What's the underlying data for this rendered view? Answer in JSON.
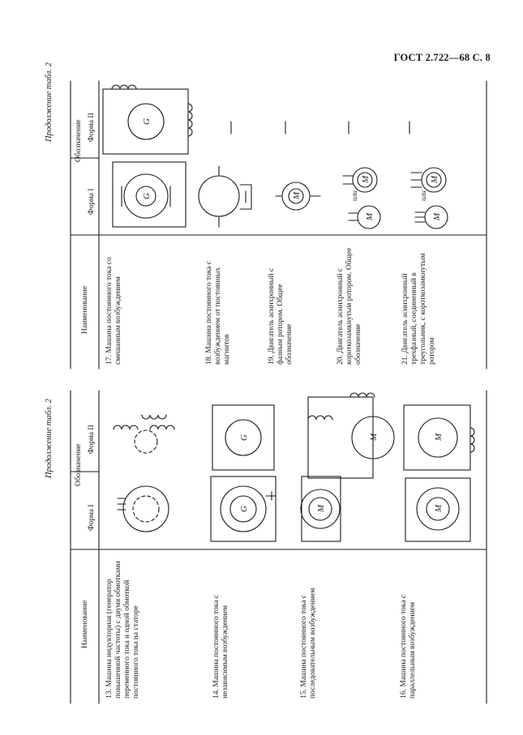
{
  "header": {
    "title": "ГОСТ 2.722—68 С. 8"
  },
  "captions": {
    "continuation": "Продолжение табл. 2"
  },
  "columns": {
    "name": "Наименование",
    "designation": "Обозначение",
    "form1": "Форма I",
    "form2": "Форма II"
  },
  "table_left": {
    "rows": [
      {
        "name": "13. Машина индукторная (генератор повышенной частоты) с двумя обмотками переменного тока и одной обмоткой постоянного тока на статоре"
      },
      {
        "name": "14. Машина постоянного тока с независимым возбуждением"
      },
      {
        "name": "15. Машина постоянного тока с последовательным возбуждением"
      },
      {
        "name": "16. Машина постоянного тока с параллельным возбуждением"
      }
    ]
  },
  "table_right": {
    "rows": [
      {
        "name": "17. Машина постоянного тока со смешанным возбуждением"
      },
      {
        "name": "18. Машина постоянного тока с возбуждением от постоянных магнитов"
      },
      {
        "name": "19. Двигатель асинхронный с фазным ротором. Общее обозначение"
      },
      {
        "name": "20. Двигатель асинхронный с короткозамкнутым ротором. Общее обозначение"
      },
      {
        "name": "21. Двигатель асинхронный трехфазный, соединенный в треугольник, с короткозамкнутым ротором"
      }
    ]
  },
  "symbols": {
    "generator": "G",
    "motor": "M",
    "alt_word": "или"
  }
}
